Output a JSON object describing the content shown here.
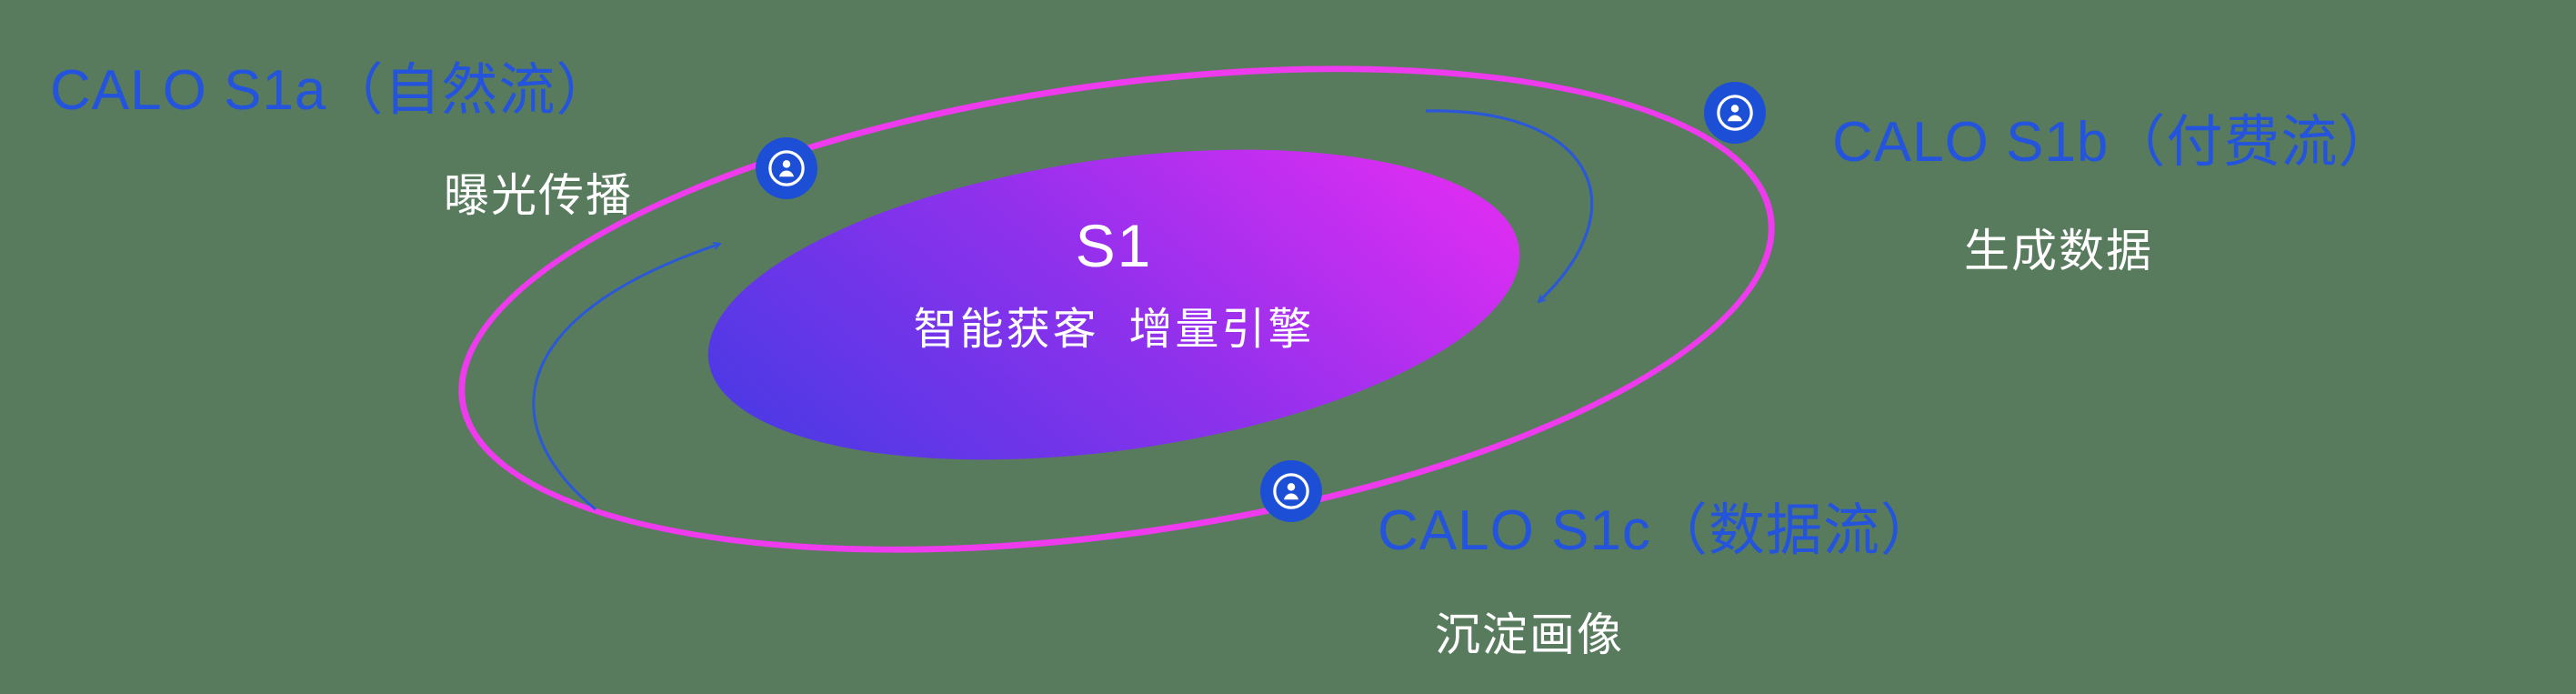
{
  "colors": {
    "background": "#587b5e",
    "ring_magenta": "#ee3bee",
    "core_gradient_start": "#4b3ae4",
    "core_gradient_end": "#d92df2",
    "accent_blue_text": "#2454dc",
    "icon_blue": "#1d4fd6",
    "arrow_blue": "#2a58d8",
    "white": "#ffffff"
  },
  "center": {
    "title": "S1",
    "subtitle": "智能获客  增量引擎"
  },
  "nodes": [
    {
      "id": "s1a",
      "label": "CALO S1a（自然流）",
      "sublabel": "曝光传播",
      "icon": "user-circle-icon"
    },
    {
      "id": "s1b",
      "label": "CALO S1b（付费流）",
      "sublabel": "生成数据",
      "icon": "user-circle-icon"
    },
    {
      "id": "s1c",
      "label": "CALO S1c（数据流）",
      "sublabel": "沉淀画像",
      "icon": "user-circle-icon"
    }
  ]
}
